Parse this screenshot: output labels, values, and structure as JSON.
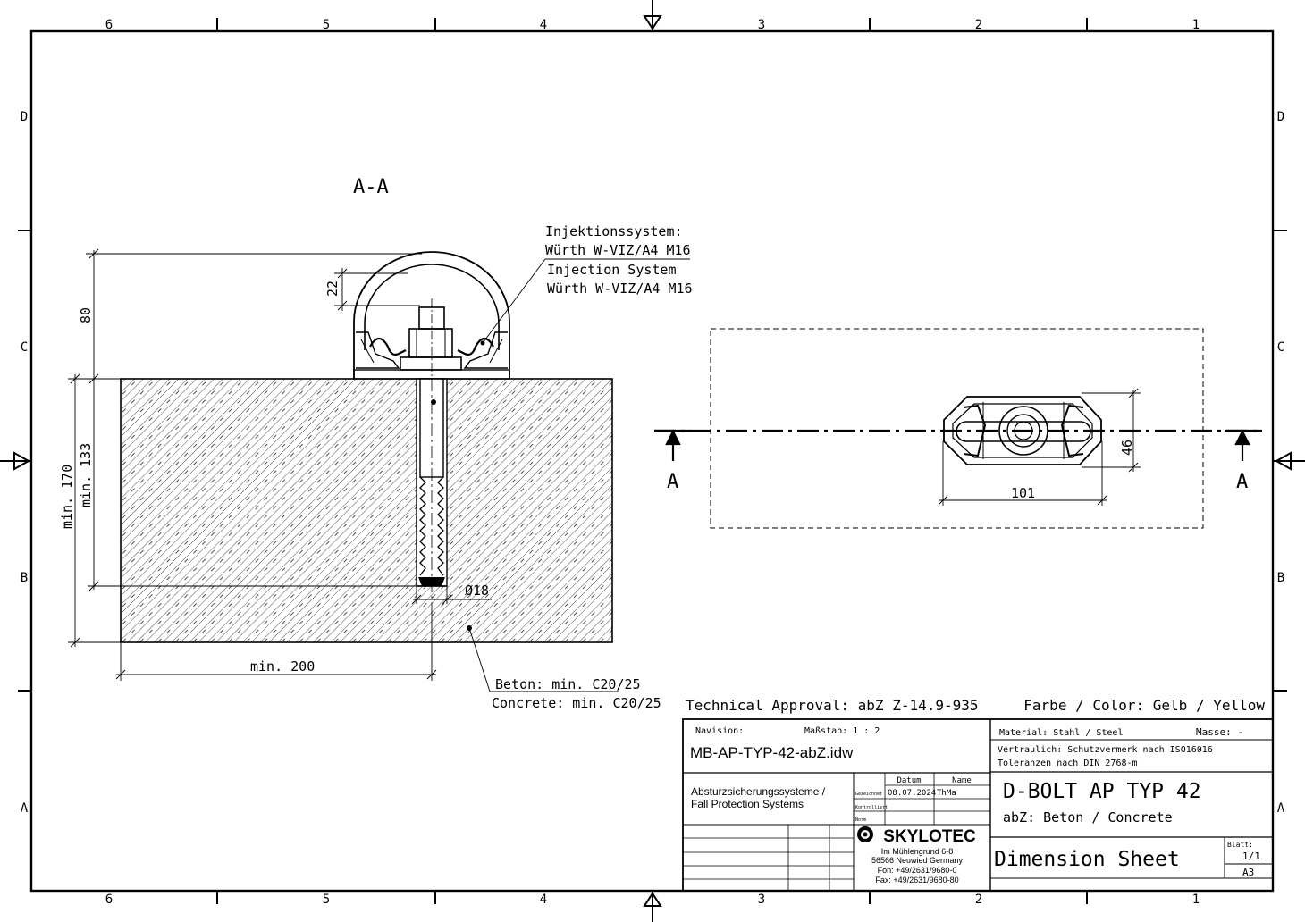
{
  "frame": {
    "columns": [
      "6",
      "5",
      "4",
      "3",
      "2",
      "1"
    ],
    "rows": [
      "D",
      "C",
      "B",
      "A"
    ]
  },
  "section": {
    "title": "A-A",
    "label_left": "A",
    "label_right": "A"
  },
  "notes": {
    "injection_de_1": "Injektionssystem:",
    "injection_de_2": "Würth W-VIZ/A4 M16",
    "injection_en_1": "Injection System",
    "injection_en_2": "Würth W-VIZ/A4 M16",
    "concrete_de": "Beton: min. C20/25",
    "concrete_en": "Concrete: min. C20/25",
    "approval": "Technical Approval: abZ Z-14.9-935",
    "color": "Farbe / Color: Gelb / Yellow"
  },
  "dimensions": {
    "d80": "80",
    "d22": "22",
    "min170": "min. 170",
    "min133": "min. 133",
    "dia18": "Ø18",
    "min200": "min. 200",
    "d46": "46",
    "d101": "101"
  },
  "title_block": {
    "navision_label": "Navision:",
    "scale_label": "Maßstab: 1 : 2",
    "file_name": "MB-AP-TYP-42-abZ.idw",
    "division_1": "Absturzsicherungssysteme /",
    "division_2": "Fall Protection Systems",
    "col_datum": "Datum",
    "col_name": "Name",
    "row_drawn": "Gezeichnet",
    "row_checked": "Kontrolliert",
    "row_norm": "Norm",
    "drawn_date": "08.07.2024",
    "drawn_name": "ThMa",
    "company": "SKYLOTEC",
    "address_1": "Im Mühlengrund 6-8",
    "address_2": "56566 Neuwied Germany",
    "phone": "Fon: +49/2631/9680-0",
    "fax": "Fax: +49/2631/9680-80",
    "material": "Material: Stahl / Steel",
    "mass": "Masse: -",
    "confidential": "Vertraulich: Schutzvermerk nach ISO16016",
    "tolerance": "Toleranzen nach DIN 2768-m",
    "product": "D-BOLT AP TYP 42",
    "subtitle": "abZ: Beton / Concrete",
    "sheet_type": "Dimension Sheet",
    "sheet_label": "Blatt:",
    "sheet_no": "1/1",
    "format": "A3"
  }
}
